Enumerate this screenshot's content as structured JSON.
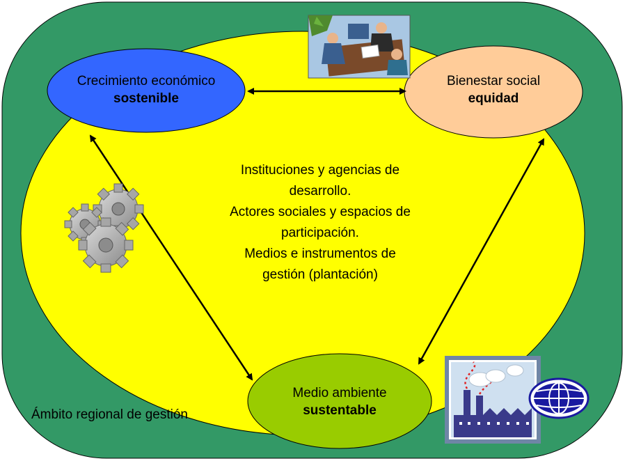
{
  "nodes": {
    "crecimiento": {
      "line1": "Crecimiento económico",
      "line2": "sostenible"
    },
    "bienestar": {
      "line1": "Bienestar social",
      "line2": "equidad"
    },
    "medio": {
      "line1": "Medio ambiente",
      "line2": "sustentable"
    }
  },
  "center_lines": [
    "Instituciones y agencias de",
    "desarrollo.",
    "Actores sociales y espacios de",
    "participación.",
    "Medios e instrumentos de",
    "gestión (plantación)"
  ],
  "region_label": "Ámbito regional de gestión",
  "colors": {
    "outer": "#339966",
    "inner": "#ffff00",
    "crecimiento": "#3366ff",
    "bienestar": "#ffcc99",
    "medio": "#99cc00"
  },
  "icons": [
    "meeting-clipart-icon",
    "gears-icon",
    "factory-globe-icon"
  ]
}
